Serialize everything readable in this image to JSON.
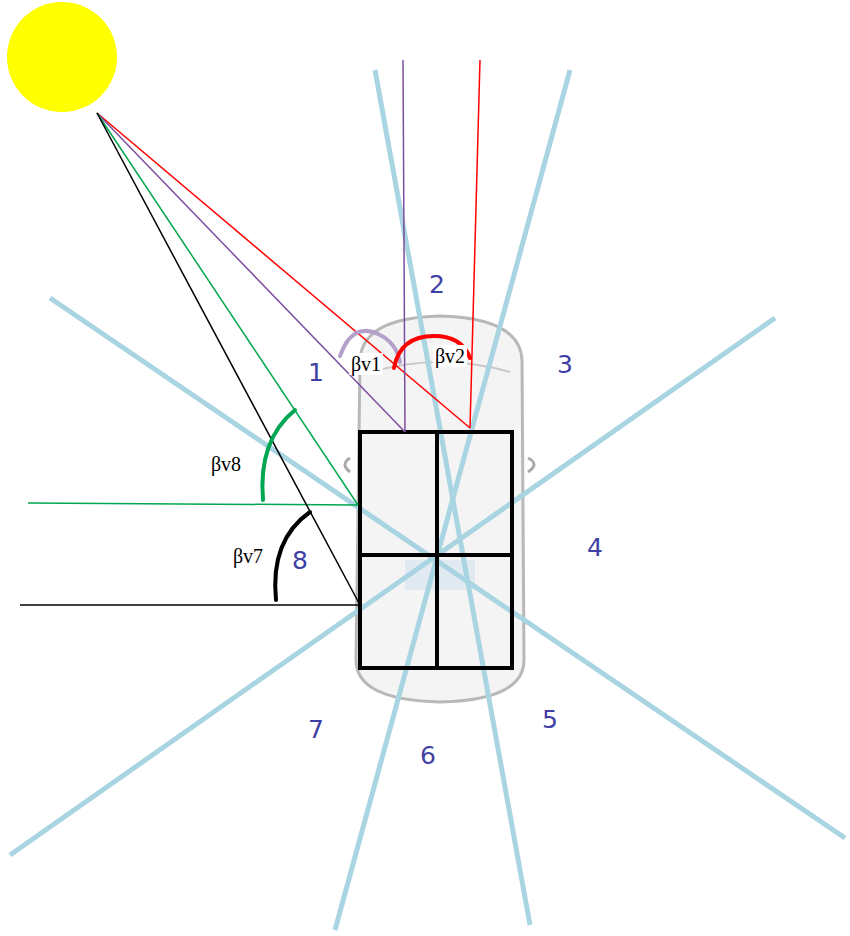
{
  "diagram": {
    "labels": [
      "1",
      "2",
      "3",
      "4",
      "5",
      "6",
      "7",
      "8",
      "βv1",
      "βv2",
      "βv8",
      "βv7"
    ]
  }
}
